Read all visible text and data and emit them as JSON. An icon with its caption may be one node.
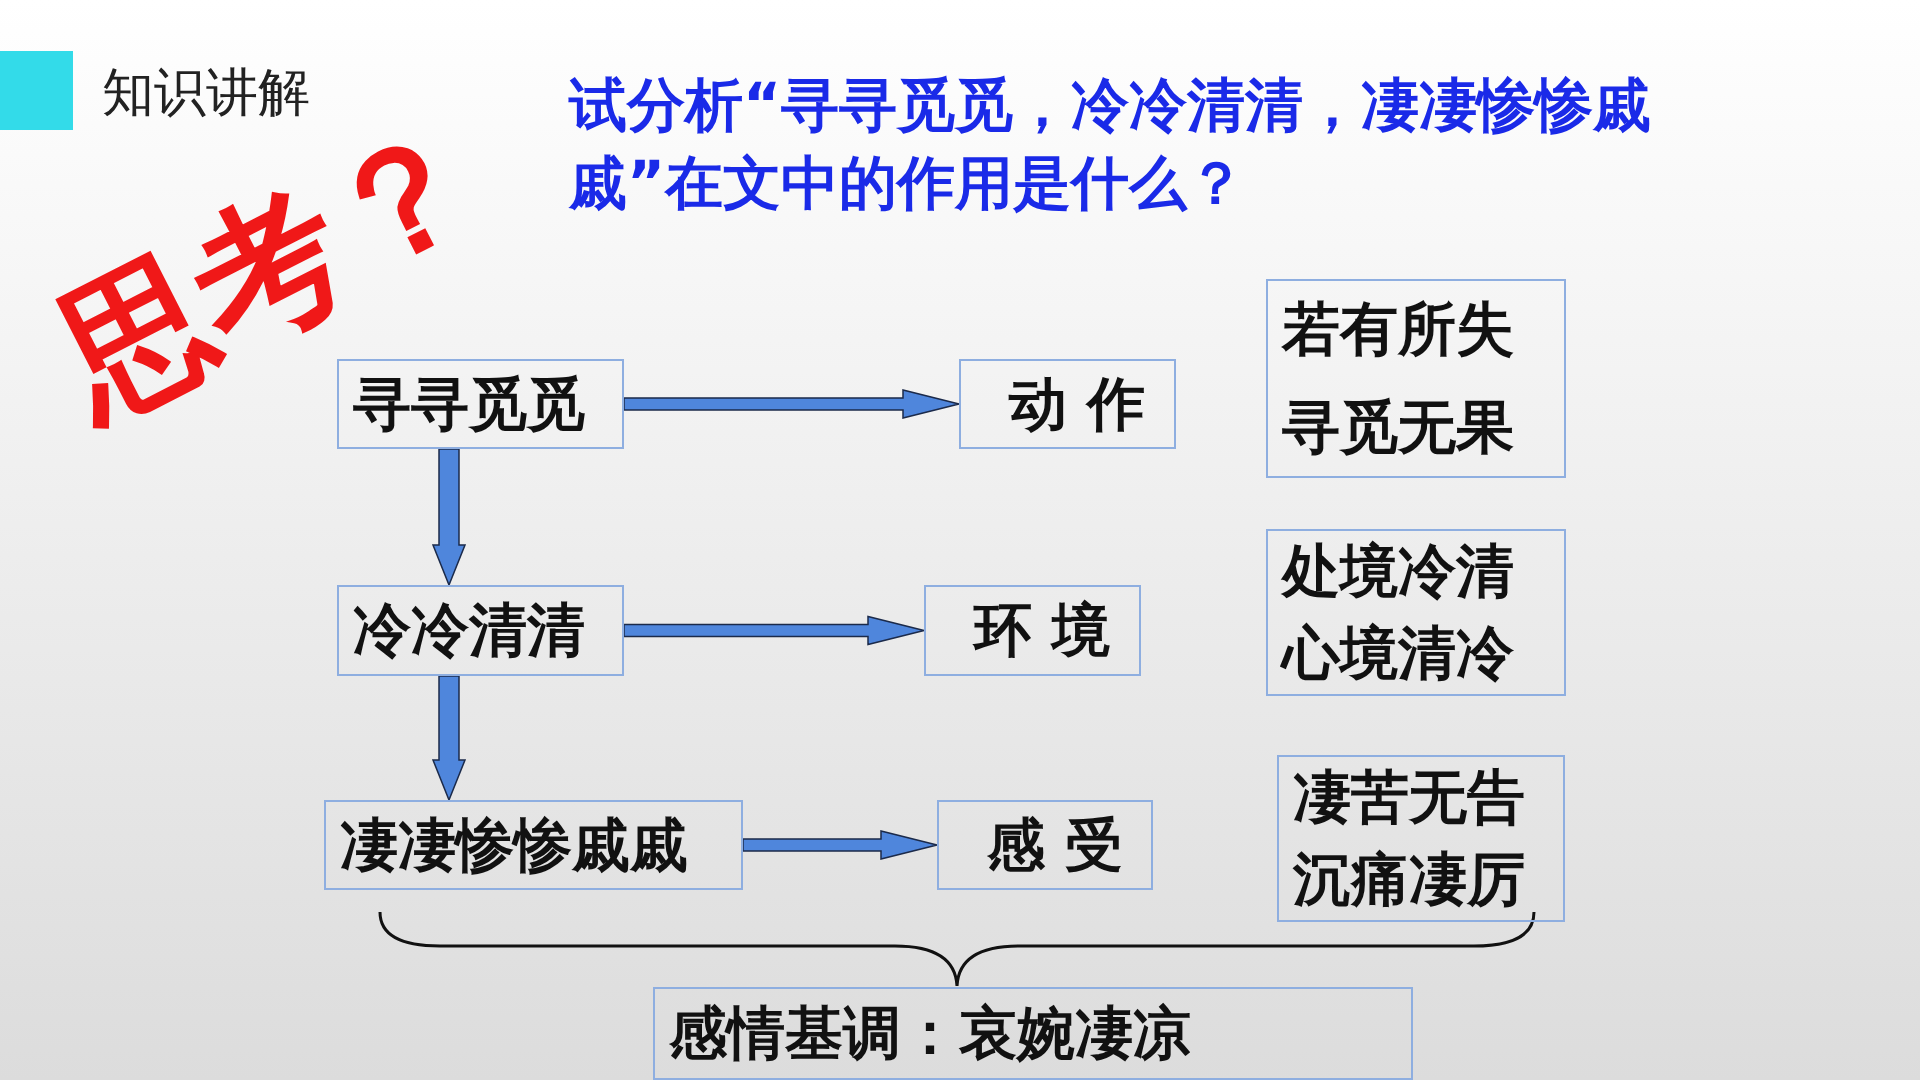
{
  "diagram": {
    "title": "试分析“寻寻觅觅，冷冷清清，凄凄惨惨戚戚”在文中的作用是什么？",
    "nodes": [
      {
        "text": [
          "寻寻觅觅"
        ]
      },
      {
        "text": [
          "动 作"
        ]
      },
      {
        "text": [
          "若有所失",
          "寻觅无果"
        ]
      },
      {
        "text": [
          "冷冷清清"
        ]
      },
      {
        "text": [
          "环 境"
        ]
      },
      {
        "text": [
          "处境冷清",
          "心境清冷"
        ]
      },
      {
        "text": [
          "凄凄惨惨戚戚"
        ]
      },
      {
        "text": [
          "感 受"
        ]
      },
      {
        "text": [
          "凄苦无告",
          "沉痛凄厉"
        ]
      },
      {
        "text": [
          "感情基调：哀婉凄凉"
        ]
      }
    ],
    "edges": [
      {
        "from": 0,
        "to": 1,
        "arrow": "to"
      },
      {
        "from": 0,
        "to": 3,
        "arrow": "to"
      },
      {
        "from": 3,
        "to": 4,
        "arrow": "to"
      },
      {
        "from": 3,
        "to": 6,
        "arrow": "to"
      },
      {
        "from": 6,
        "to": 7,
        "arrow": "to"
      }
    ],
    "labels": [
      "知识讲解",
      "思考？"
    ]
  }
}
